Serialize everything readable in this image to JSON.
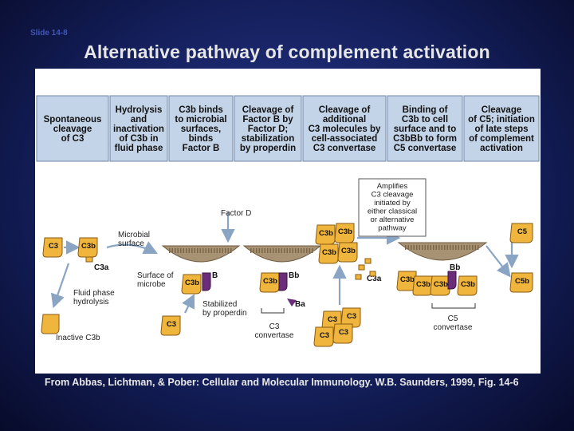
{
  "slide": {
    "number": "Slide 14-8",
    "title": "Alternative pathway of complement activation"
  },
  "steps": [
    {
      "lines": [
        "Spontaneous",
        "cleavage",
        "of C3"
      ]
    },
    {
      "lines": [
        "Hydrolysis",
        "and",
        "inactivation",
        "of C3b in",
        "fluid phase"
      ]
    },
    {
      "lines": [
        "C3b binds",
        "to microbial",
        "surfaces,",
        "binds",
        "Factor B"
      ]
    },
    {
      "lines": [
        "Cleavage of",
        "Factor B by",
        "Factor D;",
        "stabilization",
        "by properdin"
      ]
    },
    {
      "lines": [
        "Cleavage of",
        "additional",
        "C3 molecules by",
        "cell-associated",
        "C3 convertase"
      ]
    },
    {
      "lines": [
        "Binding of",
        "C3b to cell",
        "surface and to",
        "C3bBb to form",
        "C5 convertase"
      ]
    },
    {
      "lines": [
        "Cleavage",
        "of C5; initiation",
        "of late steps",
        "of complement",
        "activation"
      ]
    }
  ],
  "labels": {
    "c3": "C3",
    "c3b": "C3b",
    "c3a": "C3a",
    "b": "B",
    "bb": "Bb",
    "ba": "Ba",
    "c5": "C5",
    "c5b": "C5b",
    "microbial_surface": [
      "Microbial",
      "surface"
    ],
    "surface_of_microbe": [
      "Surface of",
      "microbe"
    ],
    "fluid_phase": [
      "Fluid phase",
      "hydrolysis"
    ],
    "inactive_c3b": "Inactive C3b",
    "factor_d": "Factor D",
    "stabilized": [
      "Stabilized",
      "by properdin"
    ],
    "c3_convertase": [
      "C3",
      "convertase"
    ],
    "c5_convertase": [
      "C5",
      "convertase"
    ],
    "amplifies": [
      "Amplifies",
      "C3 cleavage",
      "initiated by",
      "either classical",
      "or alternative",
      "pathway"
    ]
  },
  "caption": "From Abbas, Lichtman, & Pober: Cellular and Molecular Immunology. W.B. Saunders, 1999, Fig. 14-6",
  "colors": {
    "c3_fill": "#f0b53c",
    "c3_stroke": "#8a5a10",
    "bb_fill": "#6b2c7a",
    "membrane": "#a89274",
    "step_box": "#c4d4e8"
  }
}
